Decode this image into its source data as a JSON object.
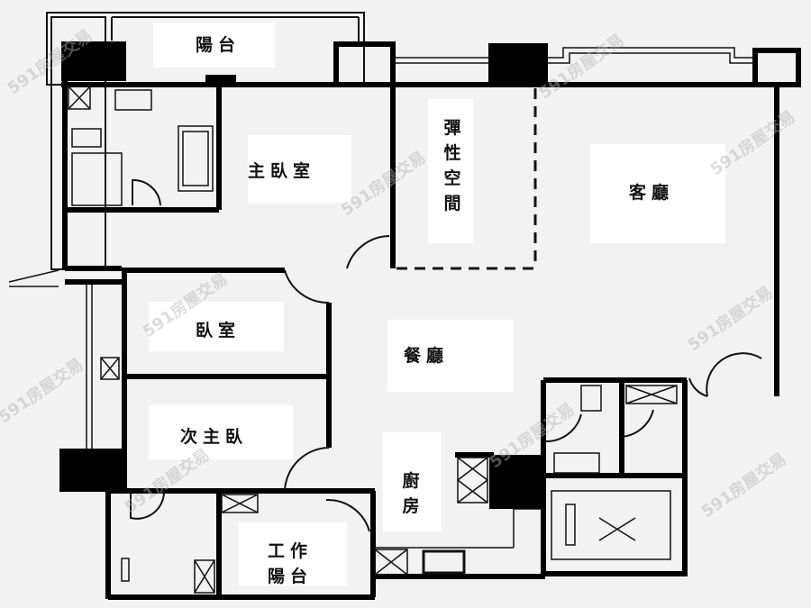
{
  "rooms": {
    "balcony_top": "陽台",
    "master_bedroom": "主臥室",
    "flex_space": "彈性空間",
    "living_room": "客廳",
    "bedroom": "臥室",
    "dining_room": "餐廳",
    "second_master": "次主臥",
    "kitchen": "廚房",
    "utility_balcony_line1": "工作",
    "utility_balcony_line2": "陽台"
  },
  "watermark": "591房屋交易",
  "colors": {
    "wall": "#000000",
    "background": "#f2f2f2",
    "label_bg": "#ffffff",
    "line": "#111111"
  }
}
